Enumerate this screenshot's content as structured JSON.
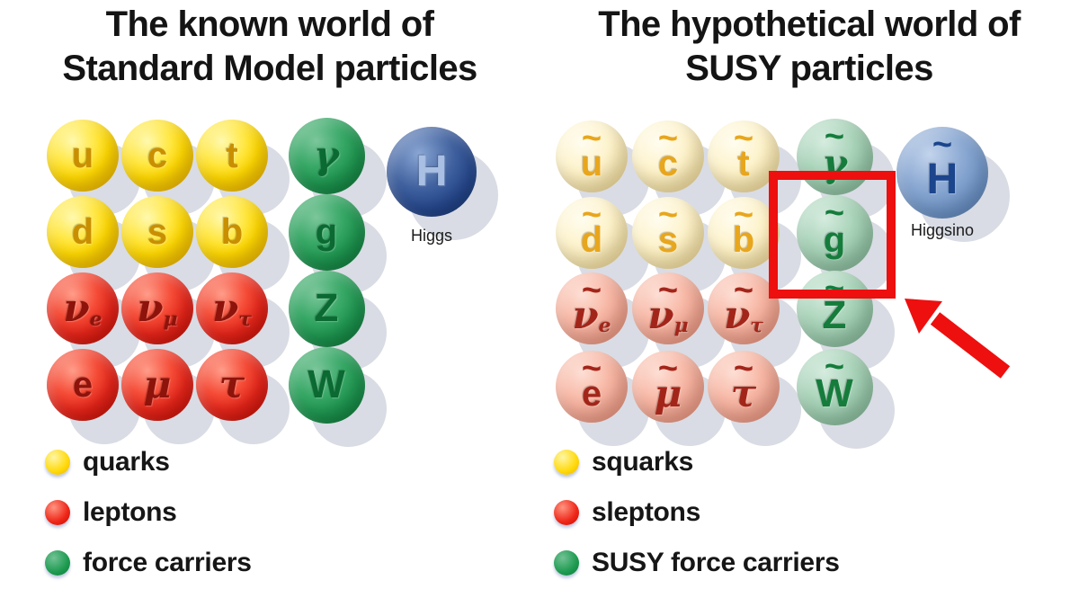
{
  "palette": {
    "quark_yellow": "#ffd800",
    "lepton_red": "#e8251a",
    "force_green": "#1f9751",
    "higgs_blue": "#27498f",
    "squark_pale_yellow": "#fdf3cd",
    "slepton_pale_pink": "#f8b9a7",
    "sforce_pale_green": "#aad4ba",
    "higgsino_pale_blue": "#8aa8d2",
    "highlight_red": "#ee0f0f",
    "shadow_gray": "#d9dce4"
  },
  "panels": [
    {
      "title_line1": "The known world of",
      "title_line2": "Standard Model particles",
      "big_label": "Higgs",
      "legend": [
        {
          "label": "quarks",
          "color": "yellow"
        },
        {
          "label": "leptons",
          "color": "red"
        },
        {
          "label": "force carriers",
          "color": "green"
        }
      ],
      "spheres": [
        {
          "letter": "u",
          "row": 0,
          "col": 0,
          "kind": "quark"
        },
        {
          "letter": "c",
          "row": 0,
          "col": 1,
          "kind": "quark"
        },
        {
          "letter": "t",
          "row": 0,
          "col": 2,
          "kind": "quark"
        },
        {
          "letter": "γ",
          "row": 0,
          "col": 3,
          "kind": "force",
          "greek": true
        },
        {
          "letter": "d",
          "row": 1,
          "col": 0,
          "kind": "quark"
        },
        {
          "letter": "s",
          "row": 1,
          "col": 1,
          "kind": "quark"
        },
        {
          "letter": "b",
          "row": 1,
          "col": 2,
          "kind": "quark"
        },
        {
          "letter": "g",
          "row": 1,
          "col": 3,
          "kind": "force"
        },
        {
          "letter": "ν",
          "sub": "e",
          "row": 2,
          "col": 0,
          "kind": "lepton",
          "greek": true
        },
        {
          "letter": "ν",
          "sub": "μ",
          "row": 2,
          "col": 1,
          "kind": "lepton",
          "greek": true
        },
        {
          "letter": "ν",
          "sub": "τ",
          "row": 2,
          "col": 2,
          "kind": "lepton",
          "greek": true
        },
        {
          "letter": "Z",
          "row": 2,
          "col": 3,
          "kind": "force",
          "caps": true
        },
        {
          "letter": "e",
          "row": 3,
          "col": 0,
          "kind": "lepton"
        },
        {
          "letter": "μ",
          "row": 3,
          "col": 1,
          "kind": "lepton",
          "greek": true
        },
        {
          "letter": "τ",
          "row": 3,
          "col": 2,
          "kind": "lepton",
          "greek": true
        },
        {
          "letter": "W",
          "row": 3,
          "col": 3,
          "kind": "force",
          "caps": true
        },
        {
          "letter": "H",
          "big": true,
          "kind": "higgs",
          "caps": true
        }
      ]
    },
    {
      "title_line1": "The hypothetical world of",
      "title_line2": "SUSY particles",
      "big_label": "Higgsino",
      "tilde_all": true,
      "legend": [
        {
          "label": "squarks",
          "color": "yellow"
        },
        {
          "label": "sleptons",
          "color": "red"
        },
        {
          "label": "SUSY force carriers",
          "color": "green"
        }
      ],
      "spheres": [
        {
          "letter": "u",
          "row": 0,
          "col": 0,
          "kind": "squark"
        },
        {
          "letter": "c",
          "row": 0,
          "col": 1,
          "kind": "squark"
        },
        {
          "letter": "t",
          "row": 0,
          "col": 2,
          "kind": "squark"
        },
        {
          "letter": "γ",
          "row": 0,
          "col": 3,
          "kind": "sforce",
          "greek": true
        },
        {
          "letter": "d",
          "row": 1,
          "col": 0,
          "kind": "squark"
        },
        {
          "letter": "s",
          "row": 1,
          "col": 1,
          "kind": "squark"
        },
        {
          "letter": "b",
          "row": 1,
          "col": 2,
          "kind": "squark"
        },
        {
          "letter": "g",
          "row": 1,
          "col": 3,
          "kind": "sforce",
          "highlighted": true
        },
        {
          "letter": "ν",
          "sub": "e",
          "row": 2,
          "col": 0,
          "kind": "slepton",
          "greek": true
        },
        {
          "letter": "ν",
          "sub": "μ",
          "row": 2,
          "col": 1,
          "kind": "slepton",
          "greek": true
        },
        {
          "letter": "ν",
          "sub": "τ",
          "row": 2,
          "col": 2,
          "kind": "slepton",
          "greek": true
        },
        {
          "letter": "Z",
          "row": 2,
          "col": 3,
          "kind": "sforce",
          "caps": true
        },
        {
          "letter": "e",
          "row": 3,
          "col": 0,
          "kind": "slepton"
        },
        {
          "letter": "μ",
          "row": 3,
          "col": 1,
          "kind": "slepton",
          "greek": true
        },
        {
          "letter": "τ",
          "row": 3,
          "col": 2,
          "kind": "slepton",
          "greek": true
        },
        {
          "letter": "W",
          "row": 3,
          "col": 3,
          "kind": "sforce",
          "caps": true
        },
        {
          "letter": "H",
          "big": true,
          "kind": "higgsino",
          "caps": true
        }
      ]
    }
  ]
}
